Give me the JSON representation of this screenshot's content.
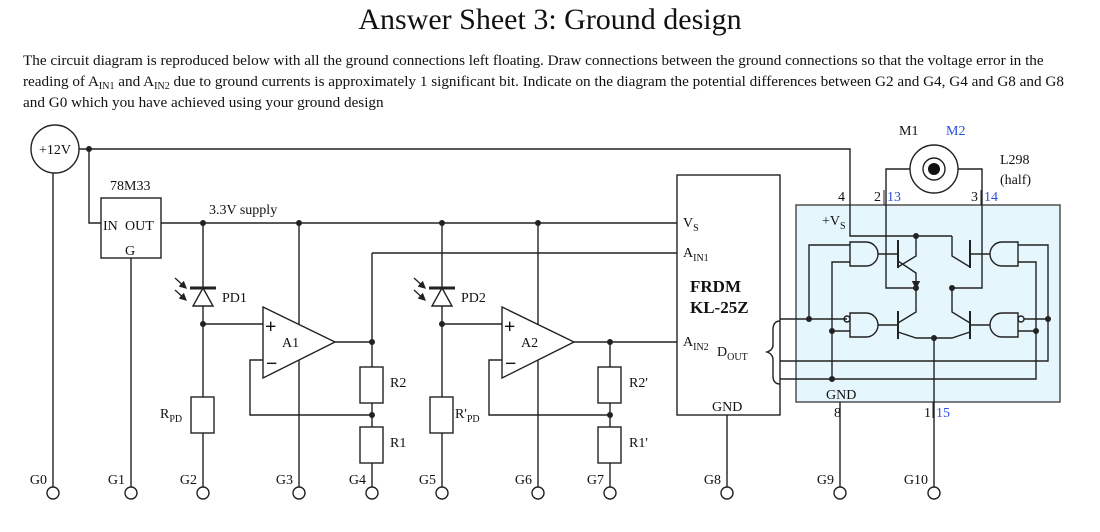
{
  "title": "Answer Sheet 3: Ground design",
  "instructions": {
    "part1": "The circuit diagram is reproduced below with all the ground connections left floating. Draw connections between the ground connections so that the voltage error in the reading of A",
    "sub1": "IN1",
    "part2": " and A",
    "sub2": "IN2",
    "part3": " due to ground currents is approximately 1 significant bit. Indicate on the diagram the potential differences between G2 and G4, G4 and G8 and G8 and G0 which you have achieved using your ground design"
  },
  "diagram": {
    "supply": {
      "label": "+12V"
    },
    "regulator": {
      "name": "78M33",
      "in": "IN",
      "out": "OUT",
      "g": "G"
    },
    "supply_net": "3.3V supply",
    "photodiodes": [
      {
        "name": "PD1"
      },
      {
        "name": "PD2"
      }
    ],
    "opamps": [
      {
        "name": "A1",
        "plus": "+",
        "minus": "−"
      },
      {
        "name": "A2",
        "plus": "+",
        "minus": "−"
      }
    ],
    "resistors": {
      "rpd": {
        "main": "R",
        "sub": "PD"
      },
      "rpd2": {
        "main": "R'",
        "sub": "PD"
      },
      "r2": "R2",
      "r1": "R1",
      "r2p": "R2'",
      "r1p": "R1'"
    },
    "mcu": {
      "name_line1": "FRDM",
      "name_line2": "KL-25Z",
      "vs": {
        "main": "V",
        "sub": "S"
      },
      "ain1": {
        "main": "A",
        "sub": "IN1"
      },
      "ain2": {
        "main": "A",
        "sub": "IN2"
      },
      "dout": {
        "main": "D",
        "sub": "OUT"
      },
      "gnd": "GND"
    },
    "driver": {
      "name_line1": "L298",
      "name_line2": "(half)",
      "vs": {
        "main": "+V",
        "sub": "S"
      },
      "gnd": "GND",
      "fill_color": "#e6f6fd",
      "motor_labels": {
        "m1": "M1",
        "m2": "M2"
      },
      "pins": {
        "p4": "4",
        "p2": "2",
        "p13": "13",
        "p3": "3",
        "p14": "14",
        "p8": "8",
        "p1": "1",
        "p15": "15"
      },
      "alt_pin_color": "#2c4fe0"
    },
    "grounds": [
      "G0",
      "G1",
      "G2",
      "G3",
      "G4",
      "G5",
      "G6",
      "G7",
      "G8",
      "G9",
      "G10"
    ]
  }
}
